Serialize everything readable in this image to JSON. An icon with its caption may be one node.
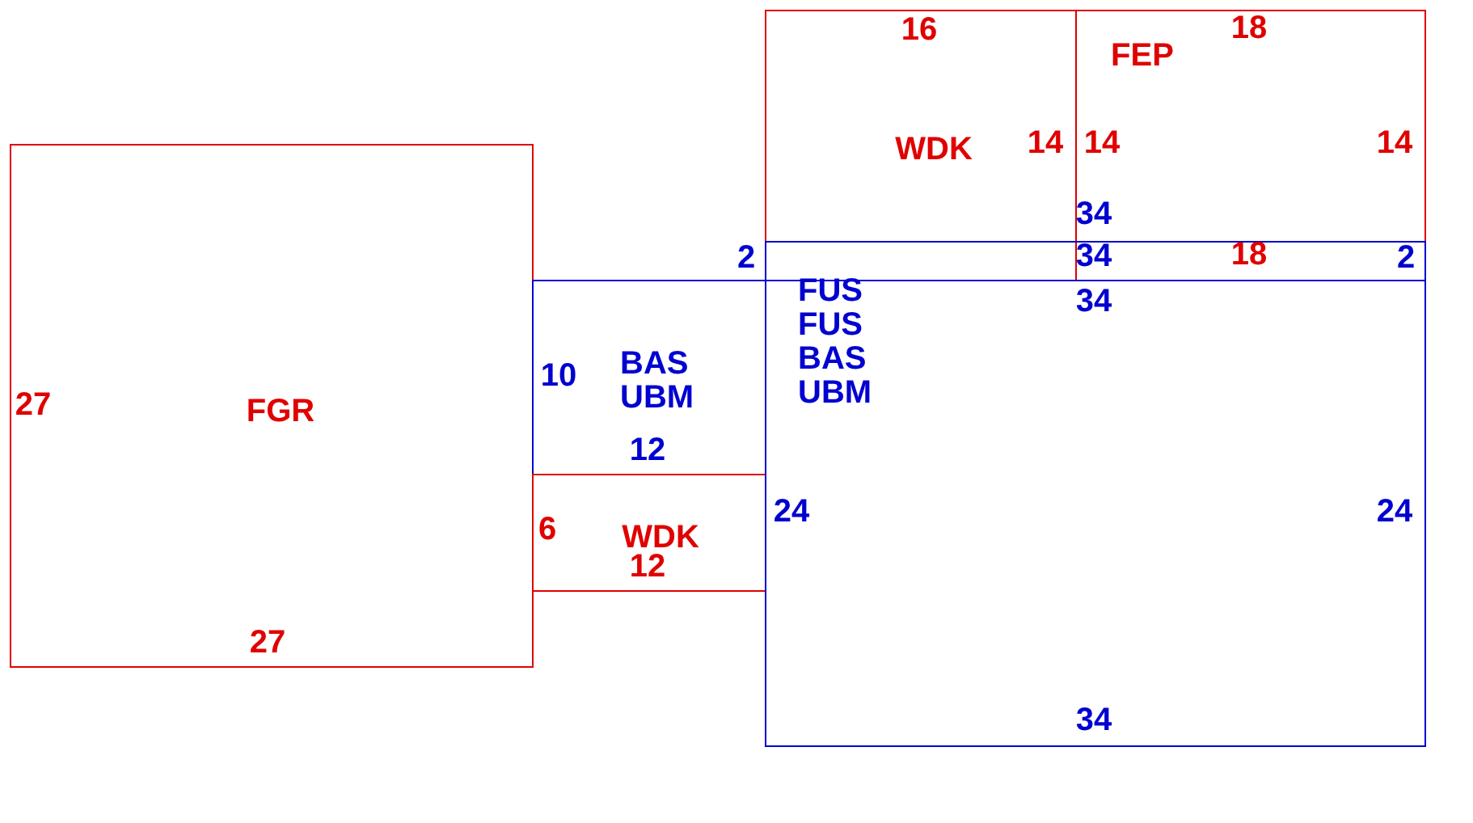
{
  "diagram": {
    "nodes": [
      {
        "text": [
          "27",
          "FGR",
          "27"
        ]
      },
      {
        "text": [
          "10",
          "BAS UBM",
          "12"
        ]
      },
      {
        "text": [
          "6",
          "WDK",
          "12"
        ]
      },
      {
        "text": [
          "16",
          "WDK",
          "14"
        ]
      },
      {
        "text": [
          "18",
          "FEP",
          "14",
          "14",
          "34"
        ]
      },
      {
        "text": [
          "2",
          "34",
          "18",
          "2"
        ]
      },
      {
        "text": [
          "FUS FUS BAS UBM",
          "34",
          "24",
          "24",
          "34"
        ]
      }
    ]
  }
}
